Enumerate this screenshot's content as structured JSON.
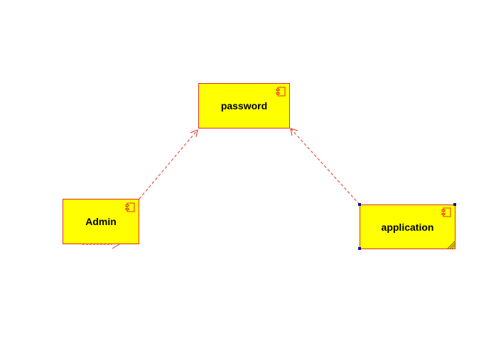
{
  "diagram": {
    "nodes": [
      {
        "id": "password",
        "label": "password"
      },
      {
        "id": "admin",
        "label": "Admin"
      },
      {
        "id": "application",
        "label": "application"
      }
    ],
    "edges": [
      {
        "from": "admin",
        "to": "password",
        "style": "dashed",
        "arrow": "open"
      },
      {
        "from": "application",
        "to": "password",
        "style": "dashed",
        "arrow": "open"
      }
    ],
    "colors": {
      "node_fill": "#ffff00",
      "node_border": "#e0301e",
      "edge": "#e0301e",
      "selection_handle": "#1010a0"
    },
    "selected_node": "application",
    "icons": [
      "component-icon"
    ]
  }
}
